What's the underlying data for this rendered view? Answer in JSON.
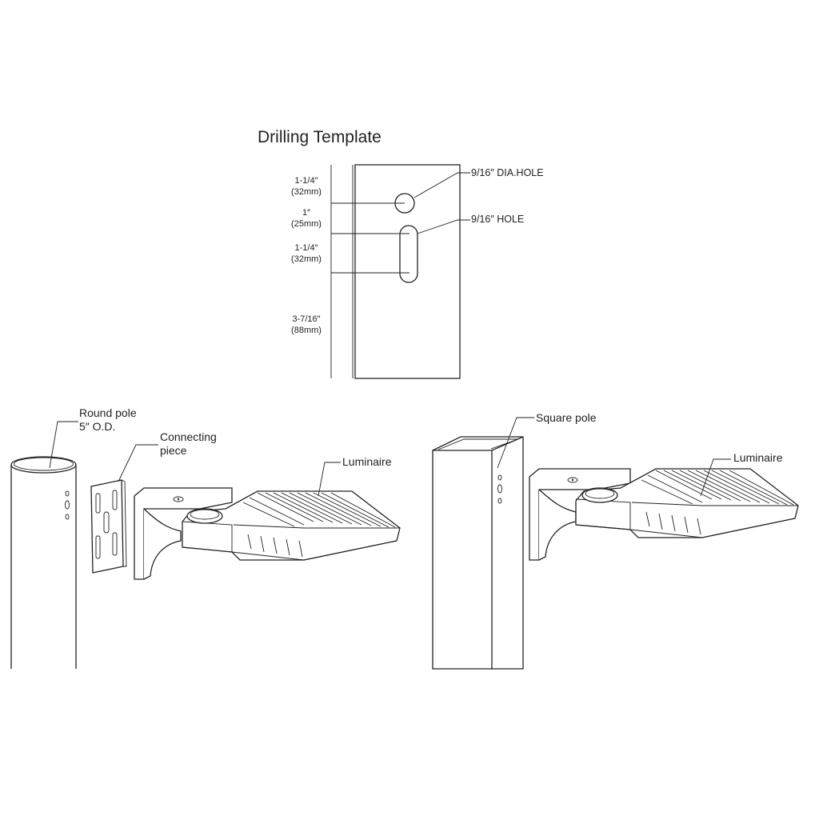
{
  "template": {
    "title": "Drilling Template",
    "dims": [
      {
        "imp": "1-1/4″",
        "met": "(32mm)"
      },
      {
        "imp": "1″",
        "met": "(25mm)"
      },
      {
        "imp": "1-1/4″",
        "met": "(32mm)"
      },
      {
        "imp": "3-7/16″",
        "met": "(88mm)"
      }
    ],
    "dia_hole": "9/16″ DIA.HOLE",
    "slot_hole": "9/16″ HOLE"
  },
  "round_pole_assembly": {
    "pole_label_1": "Round pole",
    "pole_label_2": "5″ O.D.",
    "connect_label_1": "Connecting",
    "connect_label_2": "piece",
    "luminaire_label": "Luminaire"
  },
  "square_pole_assembly": {
    "pole_label": "Square pole",
    "luminaire_label": "Luminaire"
  }
}
